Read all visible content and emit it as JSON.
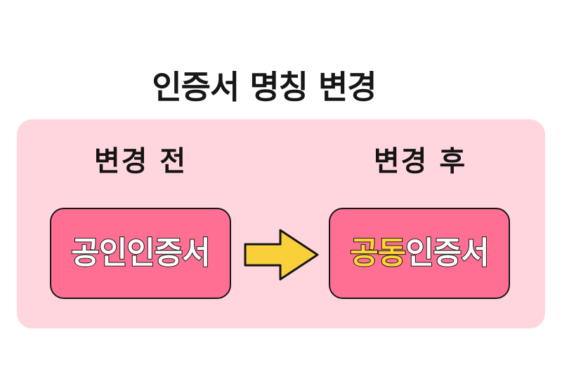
{
  "title": "인증서 명칭 변경",
  "before": {
    "label": "변경 전",
    "name": "공인인증서"
  },
  "after": {
    "label": "변경 후",
    "name_highlight": "공동",
    "name_rest": "인증서"
  },
  "colors": {
    "panel": "#ffd6de",
    "box": "#ff6f93",
    "arrow": "#f9cf3a",
    "highlight": "#ffd23a",
    "outline": "#161616"
  },
  "icons": {
    "arrow": "arrow-right-icon"
  }
}
